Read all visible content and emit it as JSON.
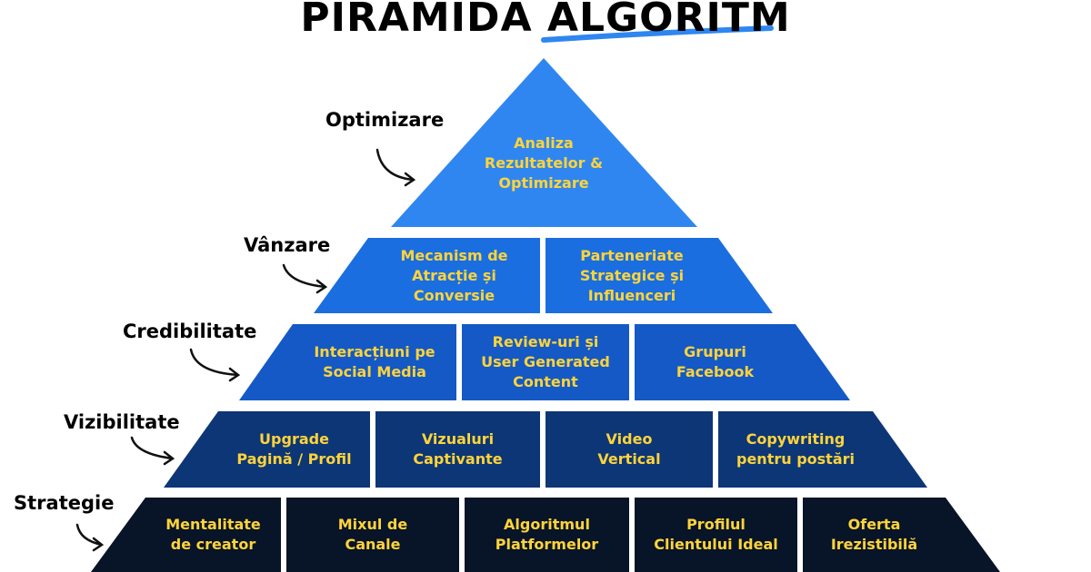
{
  "title": {
    "part1": "PIRAMIDA",
    "part2": "ALGORITM",
    "underline_color": "#2f86f0"
  },
  "tiers": [
    {
      "label": "Optimizare",
      "color": "#2f86f0",
      "cells": [
        "Analiza\nRezultatelor &\nOptimizare"
      ]
    },
    {
      "label": "Vânzare",
      "color": "#1a6ee0",
      "cells": [
        "Mecanism de\nAtracție și\nConversie",
        "Parteneriate\nStrategice și\nInfluenceri"
      ]
    },
    {
      "label": "Credibilitate",
      "color": "#1459c6",
      "cells": [
        "Interacțiuni pe\nSocial Media",
        "Review-uri și\nUser Generated\nContent",
        "Grupuri\nFacebook"
      ]
    },
    {
      "label": "Vizibilitate",
      "color": "#0d3676",
      "cells": [
        "Upgrade\nPagină / Profil",
        "Vizualuri\nCaptivante",
        "Video\nVertical",
        "Copywriting\npentru postări"
      ]
    },
    {
      "label": "Strategie",
      "color": "#081427",
      "cells": [
        "Mentalitate\nde creator",
        "Mixul de\nCanale",
        "Algoritmul\nPlatformelor",
        "Profilul\nClientului Ideal",
        "Oferta\nIrezistibilă"
      ]
    }
  ],
  "text_color": "#ffd43b"
}
